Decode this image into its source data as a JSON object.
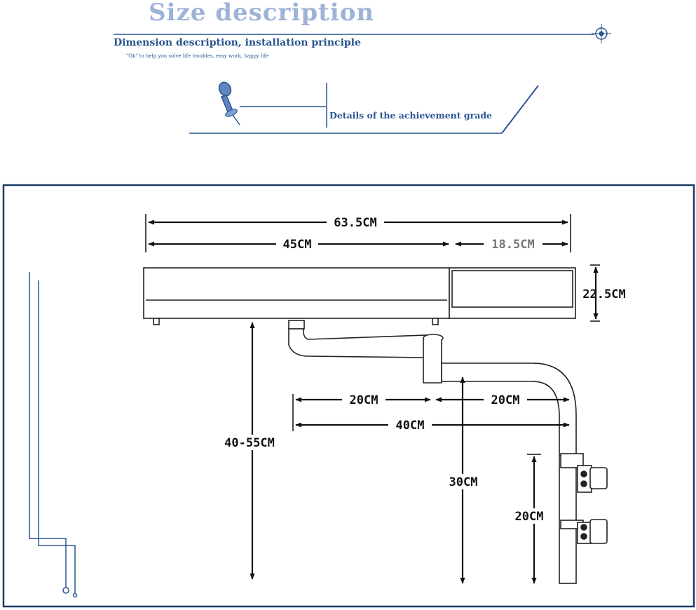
{
  "header": {
    "title": "Size description",
    "subtitle": "Dimension description, installation principle",
    "tagline": "\"Ok\" to help you solve life troubles, easy work, happy life",
    "grade_label": "Details of the achievement grade"
  },
  "dimensions": {
    "total_length": "63.5CM",
    "main_body_length": "45CM",
    "end_section_length": "18.5CM",
    "body_height": "22.5CM",
    "overall_height": "40-55CM",
    "arm_segment_1": "20CM",
    "arm_segment_2": "20CM",
    "arm_reach": "40CM",
    "drop_height": "30CM",
    "clamp_spacing": "20CM"
  },
  "colors": {
    "accent_blue": "#2a5590",
    "title_blue": "#9db3d8",
    "frame_navy": "#1c3a66",
    "drawing_line": "#111111"
  }
}
